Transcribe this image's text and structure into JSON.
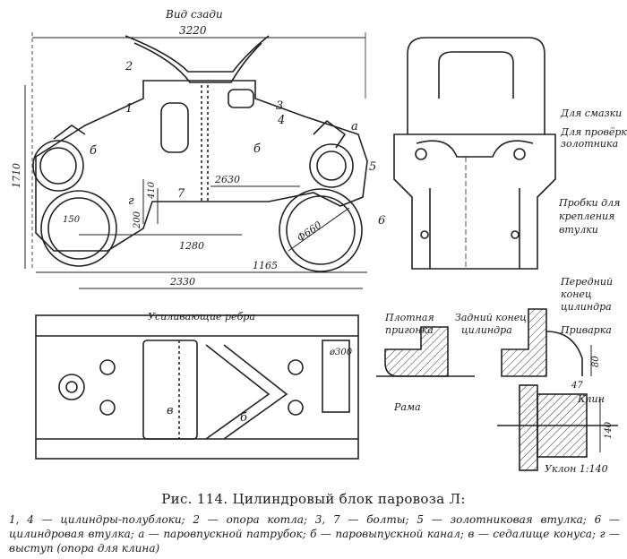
{
  "drawing": {
    "rear_view_label": "Вид сзади",
    "dimensions": {
      "d3220": "3220",
      "d1710": "1710",
      "d2630": "2630",
      "d410": "410",
      "d200": "200",
      "d150": "150",
      "d1280": "1280",
      "d1165": "1165",
      "d2330": "2330",
      "d660": "Ф660",
      "d300": "ø300",
      "d80": "80",
      "d47": "47",
      "d140": "140"
    },
    "part_numbers": {
      "n1": "1",
      "n2": "2",
      "n3": "3",
      "n4": "4",
      "n5": "5",
      "n6": "6",
      "n7": "7",
      "na": "а",
      "nb": "б",
      "nb2": "б",
      "nb3": "б",
      "nv": "в",
      "ng": "г"
    },
    "annotations": {
      "lubrication": "Для смазки",
      "check_valve_l1": "Для провёрки",
      "check_valve_l2": "золотника",
      "plugs_l1": "Пробки для",
      "plugs_l2": "крепления",
      "plugs_l3": "втулки",
      "ribs": "Усиливающие ребра",
      "tight_fit_l1": "Плотная",
      "tight_fit_l2": "пригонка",
      "rear_end_l1": "Задний конец",
      "rear_end_l2": "цилиндра",
      "front_end_l1": "Передний",
      "front_end_l2": "конец",
      "front_end_l3": "цилиндра",
      "weld": "Приварка",
      "frame": "Рама",
      "wedge": "Клин",
      "slope": "Уклон 1:140"
    }
  },
  "caption": {
    "title": "Рис. 114. Цилиндровый блок паровоза Л:",
    "legend": "1, 4 — цилиндры-полублоки; 2 — опора котла; 3, 7 — болты; 5 — золотниковая втулка; 6 — цилиндровая втулка; а — паровпускной патрубок; б — паровыпускной канал; в — седалище конуса; г — выступ (опора для клина)"
  }
}
